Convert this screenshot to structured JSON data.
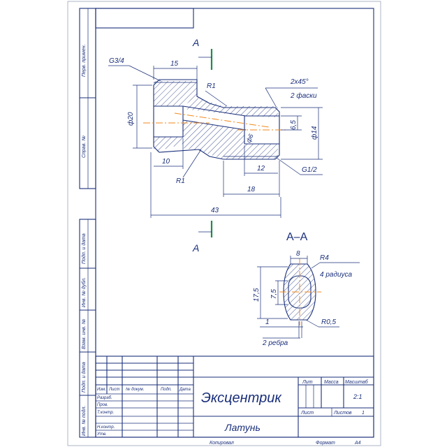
{
  "drawing": {
    "title": "Эксцентрик",
    "material": "Латунь",
    "copied": "Копировал",
    "format_label": "Формат",
    "format_value": "А4",
    "scale_value": "2:1",
    "sheet_label": "Лист",
    "sheets_label": "Листов",
    "sheets_value": "1"
  },
  "title_block": {
    "col_headers": [
      "Изм.",
      "Лист",
      "№ докум.",
      "Подп.",
      "Дата"
    ],
    "row_labels": [
      "Разраб.",
      "Пров.",
      "Т.контр.",
      "",
      "Н.контр.",
      "Утв."
    ],
    "lit_header": "Лит",
    "mass_header": "Масса",
    "scale_header": "Масштаб"
  },
  "side_stamps": {
    "top": [
      "Перв. примен.",
      "Справ. №"
    ],
    "bottom": [
      "Подп. и дата",
      "Инв. № дубл.",
      "Взам. инв. №",
      "Подп. и дата",
      "Инв. № подл."
    ]
  },
  "main_view": {
    "thread_left": "G3/4",
    "dim_15": "15",
    "r1_top": "R1",
    "chamfer": "2х45°",
    "chamfer_note": "2 фаски",
    "dia_20": "ф20",
    "dia_6": "ф6",
    "dim_65": "6,5",
    "dia_14": "ф14",
    "dim_10": "10",
    "dim_12": "12",
    "thread_right": "G1/2",
    "r1_bottom": "R1",
    "dim_18": "18",
    "dim_43": "43",
    "cut_letter_top": "А",
    "cut_letter_bottom": "А"
  },
  "section_view": {
    "label": "А–А",
    "dim_8": "8",
    "r4": "R4",
    "r4_note": "4 радиуса",
    "dim_175": "17,5",
    "dim_75": "7,5",
    "r05": "R0,5",
    "dim_1": "1",
    "ribs_note": "2 ребра"
  }
}
